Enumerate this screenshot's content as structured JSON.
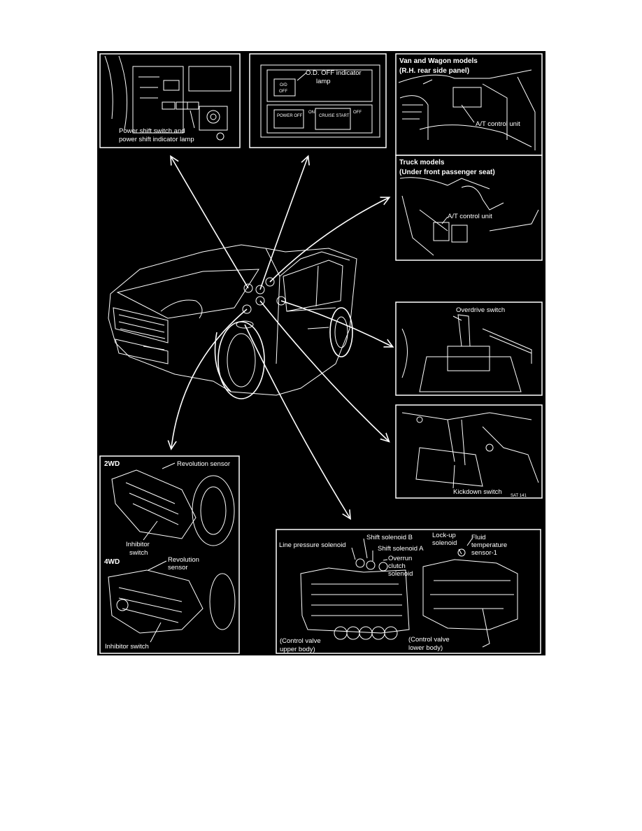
{
  "colors": {
    "background": "#000000",
    "linework": "#ffffff",
    "page": "#ffffff"
  },
  "panels": {
    "dash": {
      "label_line1": "Power shift switch and",
      "label_line2": "power shift indicator lamp"
    },
    "od": {
      "label_line1": "O.D. OFF indicator",
      "label_line2": "lamp",
      "lamp_text_1": "O/D",
      "lamp_text_2": "OFF",
      "switch_left": "POWER OFF",
      "switch_on": "ON",
      "switch_right": "CRUISE START",
      "switch_off": "OFF"
    },
    "van": {
      "title_line1": "Van and Wagon models",
      "title_line2": "(R.H. rear side panel)",
      "control_unit": "A/T control unit"
    },
    "truck": {
      "title_line1": "Truck models",
      "title_line2": "(Under front passenger seat)",
      "control_unit": "A/T control unit"
    },
    "overdrive": {
      "label": "Overdrive switch"
    },
    "kickdown": {
      "label": "Kickdown switch",
      "code": "SAT 141"
    },
    "transmission": {
      "two_wd": "2WD",
      "revolution_sensor_2wd": "Revolution sensor",
      "inhibitor_2wd_line1": "Inhibitor",
      "inhibitor_2wd_line2": "switch",
      "four_wd": "4WD",
      "revolution_sensor_4wd_line1": "Revolution",
      "revolution_sensor_4wd_line2": "sensor",
      "inhibitor_4wd": "Inhibitor switch"
    },
    "valve": {
      "shift_b": "Shift solenoid B",
      "line_pressure": "Line pressure solenoid",
      "shift_a": "Shift solenoid A",
      "overrun_line1": "Overrun",
      "overrun_line2": "clutch",
      "overrun_line3": "solenoid",
      "lockup_line1": "Lock-up",
      "lockup_line2": "solenoid",
      "fluid_line1": "Fluid",
      "fluid_line2": "temperature",
      "fluid_line3": "sensor-1",
      "upper_line1": "(Control valve",
      "upper_line2": "upper body)",
      "lower_line1": "(Control valve",
      "lower_line2": "lower body)"
    }
  }
}
